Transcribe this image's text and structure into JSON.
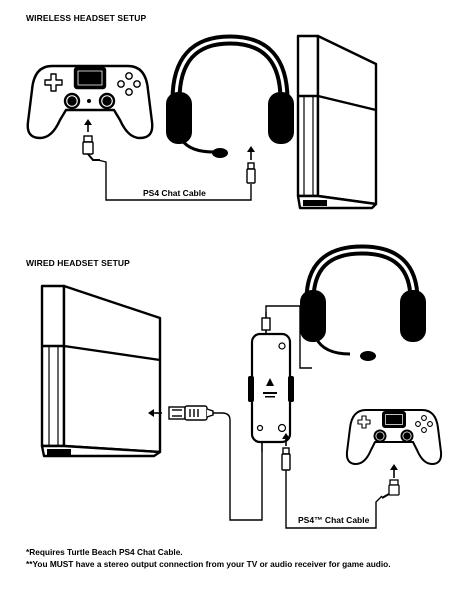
{
  "sections": {
    "wireless_title": "WIRELESS HEADSET SETUP",
    "wired_title": "WIRED HEADSET SETUP"
  },
  "labels": {
    "wireless_cable": "PS4 Chat Cable",
    "wired_cable": "PS4™ Chat Cable"
  },
  "notes": {
    "requires": "*Requires Turtle Beach PS4 Chat Cable.",
    "stereo": "**You MUST have a stereo output connection from your TV or audio receiver for game audio."
  }
}
